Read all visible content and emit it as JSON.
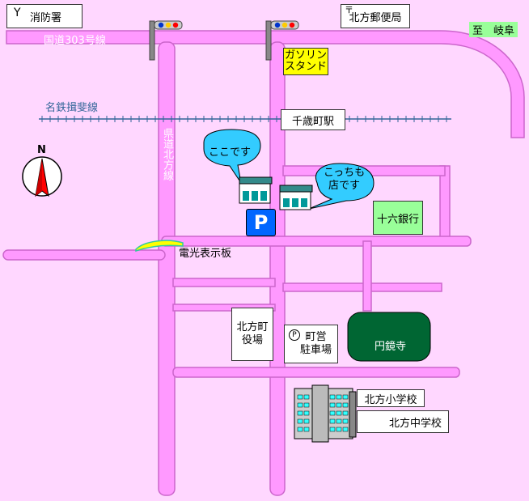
{
  "labels": {
    "fire_station": "消防署",
    "post_office": "北方郵便局",
    "route": "国道303号線",
    "to_gifu": "至　岐阜",
    "gas_station_line1": "ガソリン",
    "gas_station_line2": "スタンド",
    "railway": "名鉄揖斐線",
    "station": "千歳町駅",
    "prefectural_road": "県道北方線",
    "here_balloon": "ここです",
    "store_balloon_line1": "こっちも",
    "store_balloon_line2": "店です",
    "bank": "十六銀行",
    "parking_sign": "P",
    "electric_board": "電光表示板",
    "town_office_line1": "北方町",
    "town_office_line2": "役場",
    "parking_line1": "町営",
    "parking_line2": "駐車場",
    "parking_icon": "P",
    "temple": "円鏡寺",
    "elementary": "北方小学校",
    "junior_high": "北方中学校",
    "compass_n": "N",
    "post_mark": "〒"
  },
  "colors": {
    "background": "#ffd7ff",
    "road": "#ff99ff",
    "road_edge": "#cc66cc",
    "balloon": "#33ccff",
    "temple": "#006633",
    "bank": "#99ff99",
    "to_gifu_bg": "#99ff99",
    "gas_station_bg": "#ffff00",
    "parking_sign": "#0066ff",
    "railway": "#336699"
  }
}
